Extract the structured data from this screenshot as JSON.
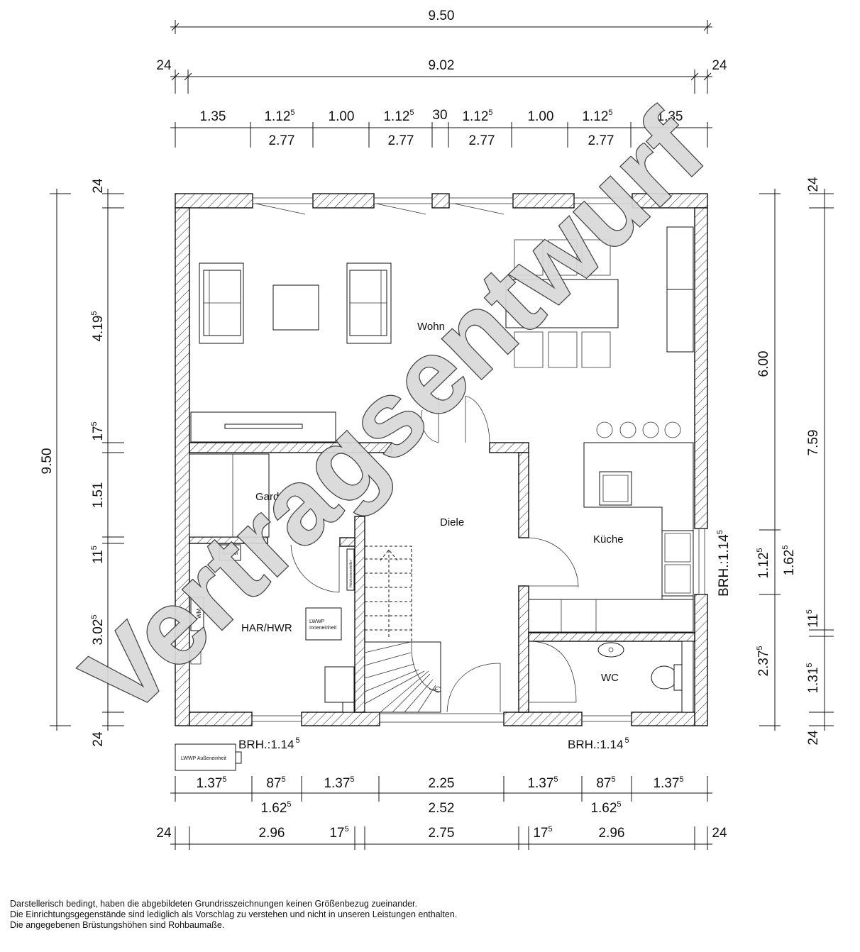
{
  "dimensions": {
    "top_total": "9.50",
    "top_wall_left": "24",
    "top_inner": "9.02",
    "top_wall_right": "24",
    "top_segments": [
      "1.35",
      "1.12",
      "1.00",
      "1.12",
      "30",
      "1.12",
      "1.00",
      "1.12",
      "1.35"
    ],
    "top_segment_sups": [
      "",
      "5",
      "",
      "5",
      "",
      "5",
      "",
      "5",
      ""
    ],
    "top_sub": [
      "2.77",
      "2.77",
      "2.77",
      "2.77"
    ],
    "left_outer": "9.50",
    "left_segments": [
      {
        "v": "24",
        "s": ""
      },
      {
        "v": "4.19",
        "s": "5"
      },
      {
        "v": "17",
        "s": "5"
      },
      {
        "v": "1.51",
        "s": ""
      },
      {
        "v": "11",
        "s": "5"
      },
      {
        "v": "3.02",
        "s": "5"
      },
      {
        "v": "24",
        "s": ""
      }
    ],
    "right_outer": "7.59",
    "right_a": [
      {
        "v": "6.00",
        "s": ""
      },
      {
        "v": "1.12",
        "s": "5"
      },
      {
        "v": "2.37",
        "s": "5"
      }
    ],
    "right_b": [
      {
        "v": "24",
        "s": ""
      },
      {
        "v": "1.62",
        "s": "5"
      },
      {
        "v": "11",
        "s": "5"
      },
      {
        "v": "1.31",
        "s": "5"
      },
      {
        "v": "24",
        "s": ""
      }
    ],
    "brh_right": "BRH.:1.14",
    "brh_right_sup": "5",
    "bottom_row1": [
      {
        "v": "1.37",
        "s": "5"
      },
      {
        "v": "87",
        "s": "5"
      },
      {
        "v": "1.37",
        "s": "5"
      },
      {
        "v": "2.25",
        "s": ""
      },
      {
        "v": "1.37",
        "s": "5"
      },
      {
        "v": "87",
        "s": "5"
      },
      {
        "v": "1.37",
        "s": "5"
      }
    ],
    "bottom_row2": [
      {
        "v": "1.62",
        "s": "5"
      },
      {
        "v": "2.52",
        "s": ""
      },
      {
        "v": "1.62",
        "s": "5"
      }
    ],
    "bottom_row3": [
      {
        "v": "24",
        "s": ""
      },
      {
        "v": "2.96",
        "s": ""
      },
      {
        "v": "17",
        "s": "5"
      },
      {
        "v": "2.75",
        "s": ""
      },
      {
        "v": "17",
        "s": "5"
      },
      {
        "v": "2.96",
        "s": ""
      },
      {
        "v": "24",
        "s": ""
      }
    ],
    "brh_bottom_left": "BRH.:1.14",
    "brh_bottom_right": "BRH.:1.14",
    "brh_sup": "5"
  },
  "rooms": {
    "wohnen": "Wohn",
    "garderobe": "Gard.",
    "diele": "Diele",
    "kueche": "Küche",
    "har_hwr": "HAR/HWR",
    "wc": "WC"
  },
  "equipment": {
    "lwwp_inner_line1": "LWWP",
    "lwwp_inner_line2": "Inneneinheit",
    "lwwp_outer": "LWWP Außeneinheit",
    "speicher": "Speicher",
    "heizkreis": "Heizkreisverteiler",
    "wm": "WM"
  },
  "watermark": "Vertragsentwurf",
  "notes": [
    "Darstellerisch bedingt, haben die abgebildeten Grundrisszeichnungen keinen Größenbezug zueinander.",
    "Die Einrichtungsgegenstände sind lediglich als Vorschlag zu verstehen und nicht in unseren Leistungen enthalten.",
    "Die angegebenen Brüstungshöhen sind Rohbaumaße."
  ]
}
